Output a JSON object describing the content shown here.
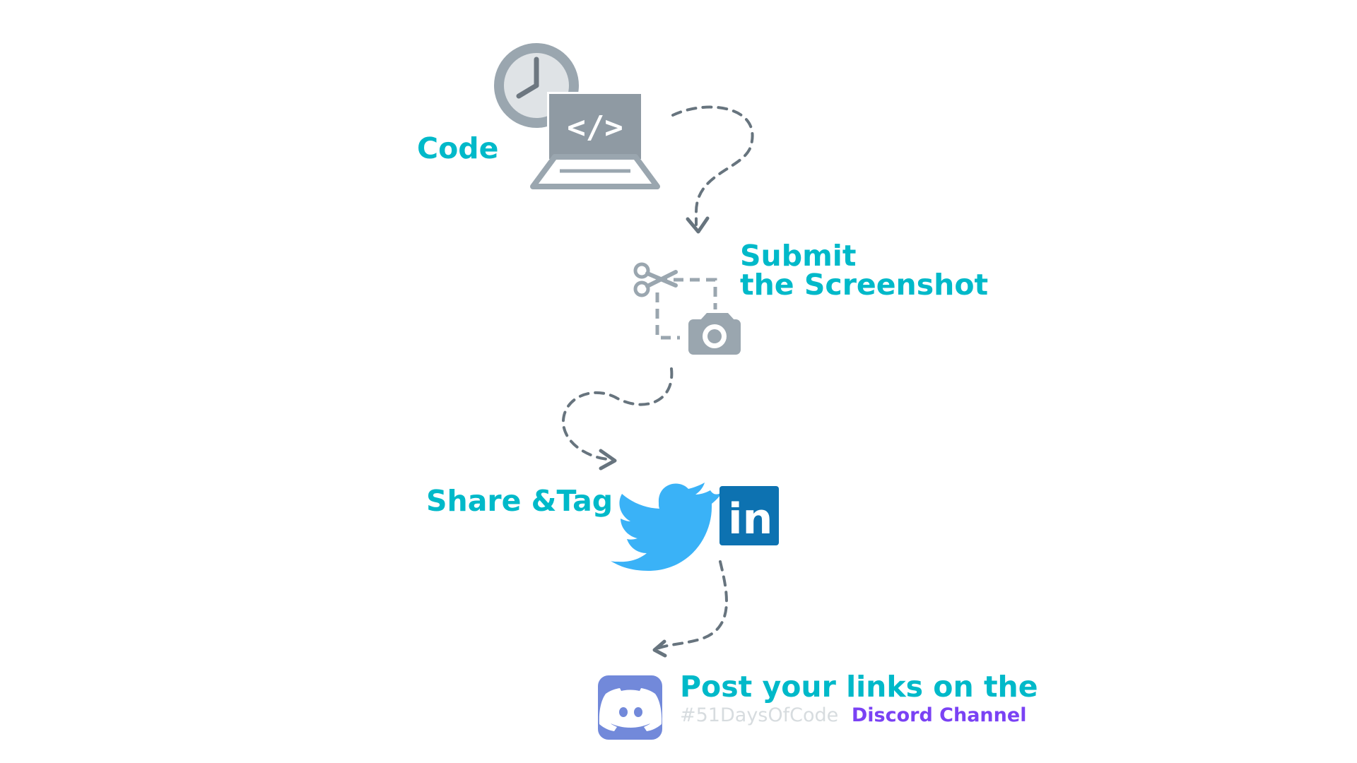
{
  "colors": {
    "label": "#00b9c9",
    "icon_gray": "#9aa6af",
    "icon_gray_dark": "#7f8b94",
    "arrow": "#67747e",
    "twitter": "#3ab2f7",
    "linkedin": "#0d72b1",
    "discord": "#7289da",
    "hashtag": "#d7dcdf",
    "channel": "#7a42f4"
  },
  "steps": {
    "code": {
      "label": "Code",
      "code_glyph": "</>",
      "icon": "laptop-clock-icon"
    },
    "screenshot": {
      "label_line1": "Submit",
      "label_line2": "the Screenshot",
      "icons": [
        "scissors-icon",
        "camera-icon"
      ]
    },
    "share": {
      "label": "Share &Tag",
      "icons": [
        "twitter-icon",
        "linkedin-icon"
      ],
      "linkedin_text": "in"
    },
    "post": {
      "label": "Post your links on the",
      "hashtag": "#51DaysOfCode",
      "channel": "Discord Channel",
      "icon": "discord-icon"
    }
  }
}
